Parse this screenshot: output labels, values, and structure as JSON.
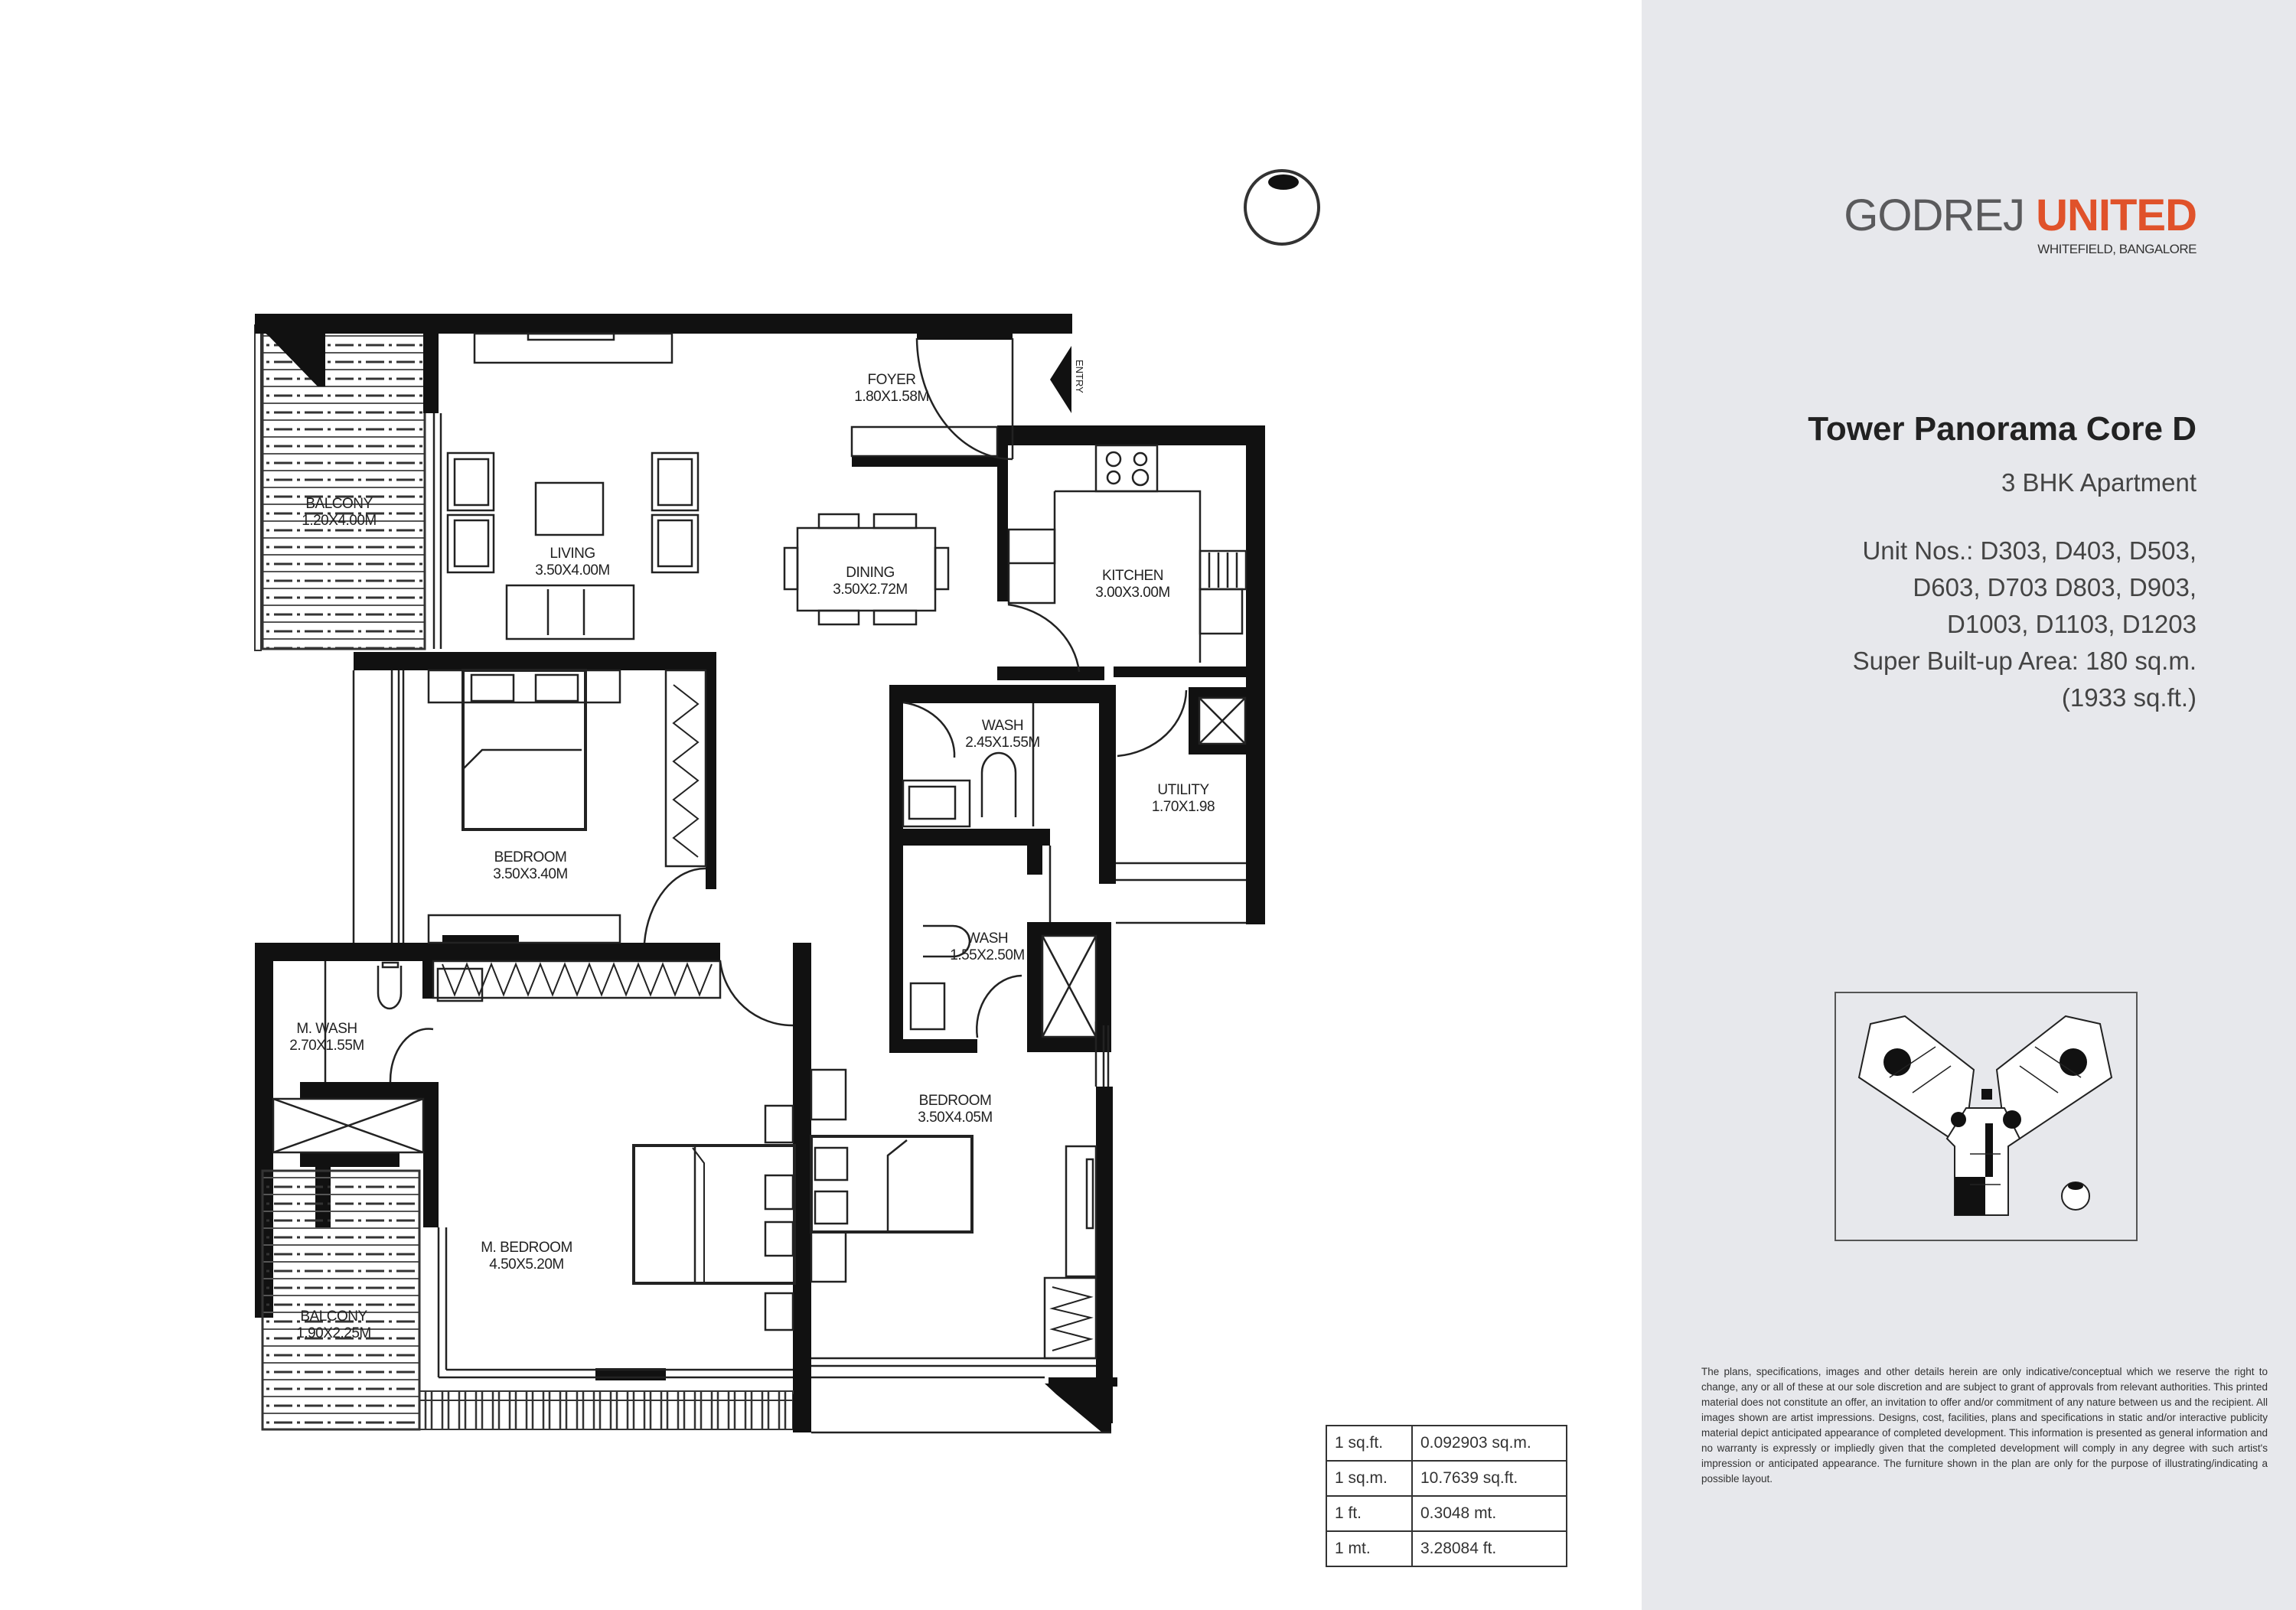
{
  "brand": {
    "name_part1": "GODREJ",
    "name_part2": "UNITED",
    "location": "WHITEFIELD, BANGALORE",
    "accent_color": "#e0522a",
    "primary_color": "#5a5a5c"
  },
  "project": {
    "tower": "Tower Panorama Core D",
    "apartment_type": "3 BHK Apartment",
    "unit_lines": [
      "Unit Nos.: D303, D403, D503,",
      "D603, D703 D803, D903,",
      "D1003, D1103, D1203",
      "Super Built-up Area: 180 sq.m.",
      "(1933 sq.ft.)"
    ]
  },
  "floor_plan": {
    "entry_label": "ENTRY",
    "north_icon": "compass-north-icon",
    "rooms": [
      {
        "name": "BALCONY",
        "dim": "1.20X4.00M"
      },
      {
        "name": "LIVING",
        "dim": "3.50X4.00M"
      },
      {
        "name": "FOYER",
        "dim": "1.80X1.58M"
      },
      {
        "name": "DINING",
        "dim": "3.50X2.72M"
      },
      {
        "name": "KITCHEN",
        "dim": "3.00X3.00M"
      },
      {
        "name": "WASH",
        "dim": "2.45X1.55M"
      },
      {
        "name": "UTILITY",
        "dim": "1.70X1.98"
      },
      {
        "name": "BEDROOM",
        "dim": "3.50X3.40M"
      },
      {
        "name": "WASH",
        "dim": "1.55X2.50M"
      },
      {
        "name": "M. WASH",
        "dim": "2.70X1.55M"
      },
      {
        "name": "BEDROOM",
        "dim": "3.50X4.05M"
      },
      {
        "name": "M. BEDROOM",
        "dim": "4.50X5.20M"
      },
      {
        "name": "BALCONY",
        "dim": "1.90X2.25M"
      }
    ]
  },
  "conversion_table": [
    {
      "unit": "1 sq.ft.",
      "value": "0.092903 sq.m."
    },
    {
      "unit": "1 sq.m.",
      "value": "10.7639 sq.ft."
    },
    {
      "unit": "1 ft.",
      "value": "0.3048 mt."
    },
    {
      "unit": "1 mt.",
      "value": "3.28084 ft."
    }
  ],
  "key_plan": {
    "label": "key-plan"
  },
  "disclaimer": "The plans, specifications, images and other details herein are only indicative/conceptual which we reserve the right to change, any or all of these at our sole discretion and are subject to grant of approvals from relevant authorities. This printed material does not constitute an offer, an invitation to offer and/or commitment of any nature between us and the recipient. All images shown are artist impressions. Designs, cost, facilities, plans and specifications in static and/or interactive publicity material depict anticipated appearance of completed development. This information is presented as general information and no warranty is expressly or impliedly given that the completed development will comply in any degree with such artist's impression or anticipated appearance. The furniture shown in the plan are only for the purpose of illustrating/indicating a possible layout."
}
